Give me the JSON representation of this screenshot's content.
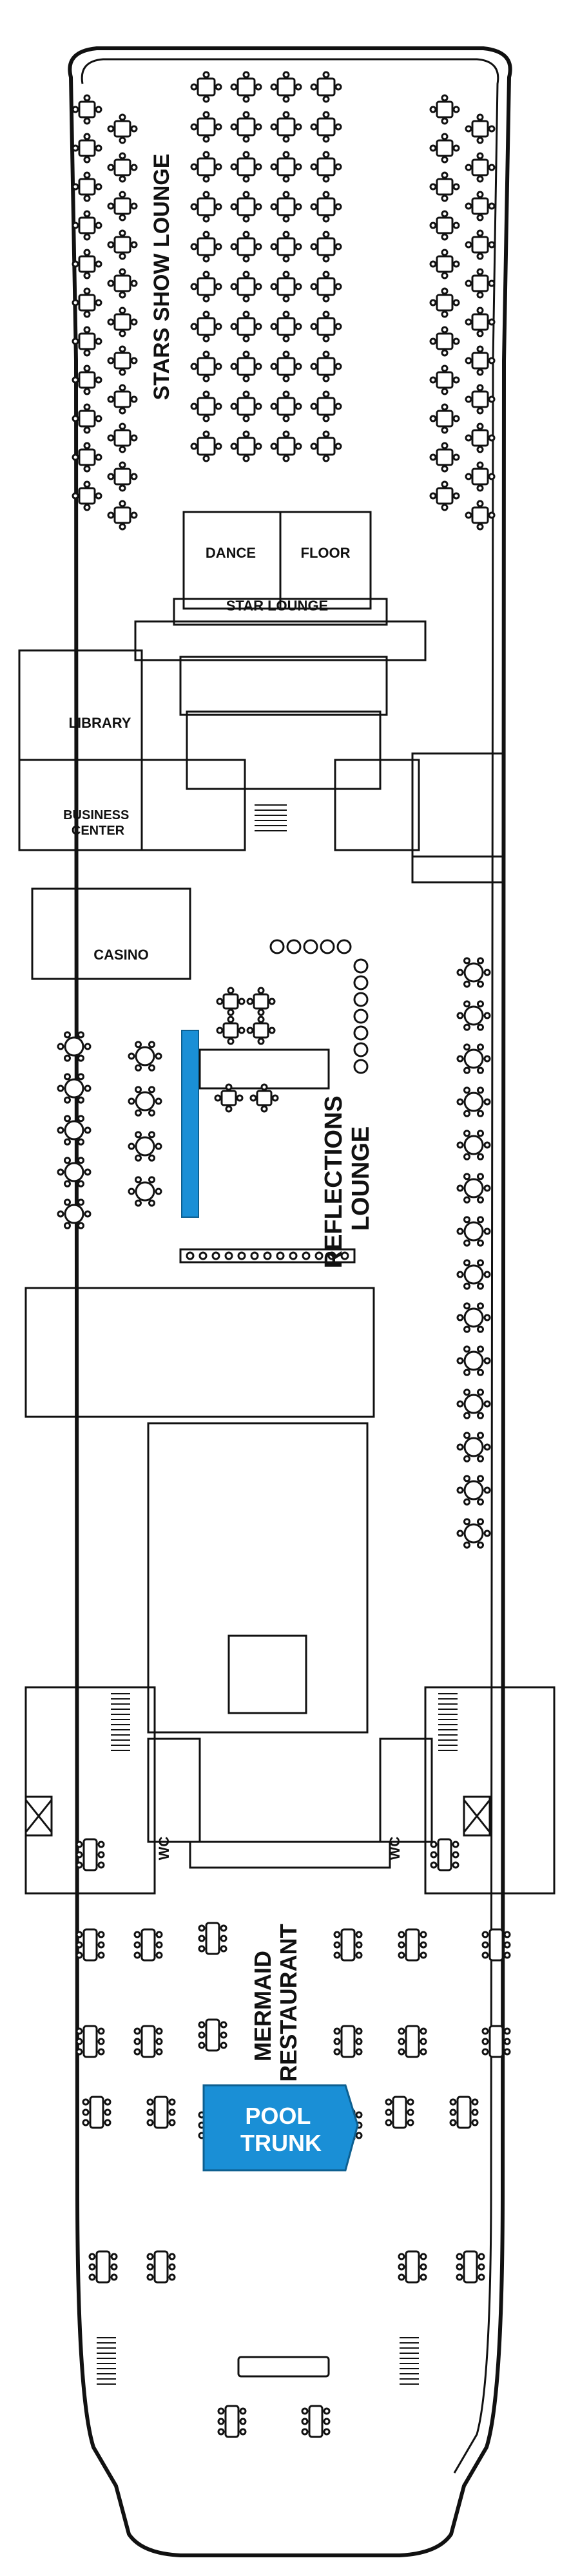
{
  "labels": {
    "stars_show_lounge": "STARS SHOW LOUNGE",
    "dance": "DANCE",
    "floor": "FLOOR",
    "star_lounge": "STAR LOUNGE",
    "library": "LIBRARY",
    "business_center_1": "BUSINESS",
    "business_center_2": "CENTER",
    "casino": "CASINO",
    "reflections": "REFLECTIONS",
    "lounge": "LOUNGE",
    "wc_left": "WC",
    "wc_right": "WC",
    "mermaid": "MERMAID",
    "restaurant": "RESTAURANT",
    "pool": "POOL",
    "trunk": "TRUNK"
  },
  "colors": {
    "accent_blue": "#1a8fd6",
    "line": "#111111"
  }
}
